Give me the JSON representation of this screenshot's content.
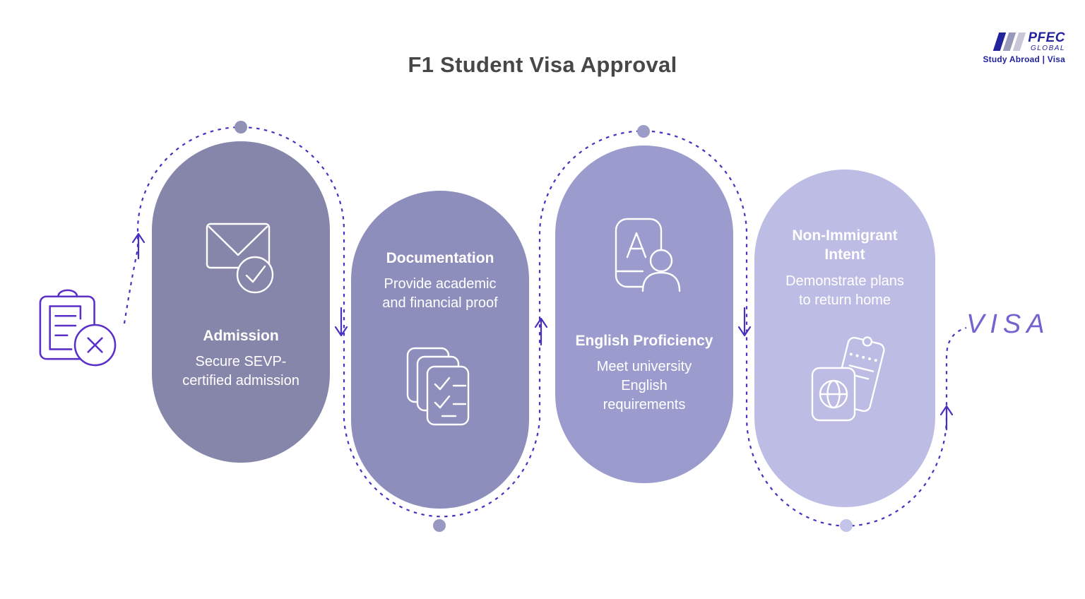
{
  "header": {
    "title": "F1 Student Visa Approval"
  },
  "logo": {
    "brand": "PFEC",
    "brand_sub": "GLOBAL",
    "tagline": "Study Abroad  |  Visa",
    "brand_color": "#23239b",
    "bar_colors": [
      "#23239b",
      "#9999b9",
      "#c8c8d8"
    ]
  },
  "steps": [
    {
      "title": "Admission",
      "description": "Secure SEVP-certified admission",
      "icon": "envelope-check-icon",
      "color": "#8686ab"
    },
    {
      "title": "Documentation",
      "description": "Provide academic and financial proof",
      "icon": "documents-checklist-icon",
      "color": "#8e8ebd"
    },
    {
      "title": "English Proficiency",
      "description": "Meet university English requirements",
      "icon": "language-test-icon",
      "color": "#9b9bce"
    },
    {
      "title": "Non-Immigrant Intent",
      "description": "Demonstrate plans to return home",
      "icon": "passport-ticket-icon",
      "color": "#bcbce4"
    }
  ],
  "connector": {
    "color": "#4b2fc0",
    "dot_colors": [
      "#9191b5",
      "#9898c2",
      "#9c9cc8",
      "#c4c4ea"
    ]
  },
  "start_marker": {
    "icon": "clipboard-x-icon",
    "color": "#5a30c8"
  },
  "end_marker": {
    "label": "VISA",
    "color": "#7263cf"
  }
}
